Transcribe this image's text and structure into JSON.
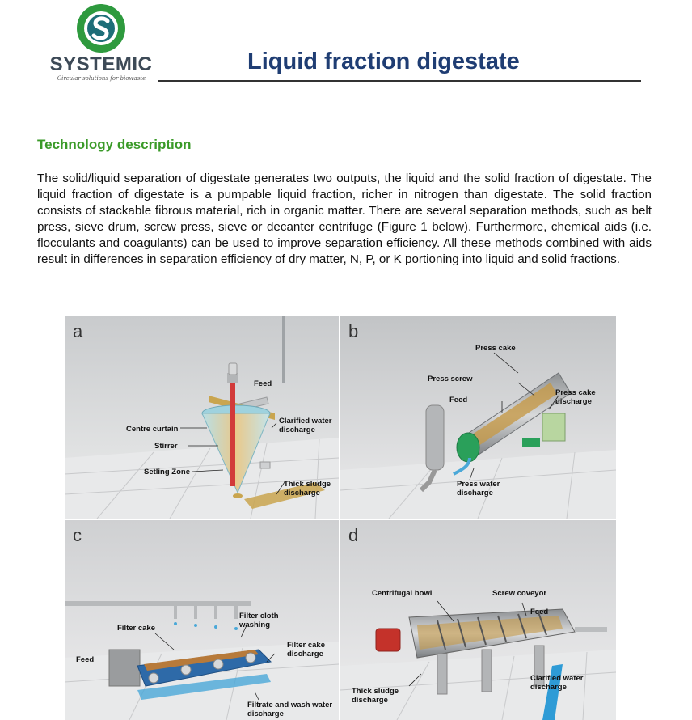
{
  "header": {
    "logo": {
      "name": "SYSTEMIC",
      "tagline": "Circular solutions for biowaste",
      "colors": {
        "green": "#2e9a3e",
        "teal": "#1e6e78",
        "text": "#3d4a57"
      }
    },
    "title": "Liquid fraction digestate"
  },
  "section": {
    "heading": "Technology description",
    "paragraph": "The solid/liquid separation of digestate generates two outputs, the liquid and the solid fraction of digestate. The liquid fraction of digestate is a pumpable liquid fraction, richer in nitrogen than digestate. The solid fraction consists of stackable fibrous material, rich in organic matter. There are several separation methods, such as belt press, sieve drum, screw press, sieve or decanter centrifuge (Figure 1 below). Furthermore, chemical aids (i.e. flocculants and coagulants) can be used to improve separation efficiency. All these methods combined with aids result in differences in separation efficiency of dry matter, N, P, or K portioning into liquid and solid fractions."
  },
  "figure": {
    "panels": {
      "a": {
        "letter": "a",
        "labels": {
          "feed": "Feed",
          "clarified_water": [
            "Clarified water",
            "discharge"
          ],
          "centre_curtain": "Centre curtain",
          "stirrer": "Stirrer",
          "settling_zone": "Setling Zone",
          "thick_sludge": [
            "Thick sludge",
            "discharge"
          ]
        }
      },
      "b": {
        "letter": "b",
        "labels": {
          "press_cake": "Press cake",
          "press_screw": "Press screw",
          "feed": "Feed",
          "press_cake_discharge": [
            "Press cake",
            "discharge"
          ],
          "press_water": [
            "Press water",
            "discharge"
          ]
        }
      },
      "c": {
        "letter": "c",
        "labels": {
          "filter_cake": "Filter cake",
          "filter_cloth": [
            "Filter cloth",
            "washing"
          ],
          "feed": "Feed",
          "filter_cake_discharge": [
            "Filter cake",
            "discharge"
          ],
          "filtrate": [
            "Filtrate and wash water",
            "discharge"
          ]
        }
      },
      "d": {
        "letter": "d",
        "labels": {
          "centrifugal_bowl": "Centrifugal bowl",
          "screw_conveyor": "Screw coveyor",
          "feed": "Feed",
          "clarified_water": [
            "Clarified water",
            "discharge"
          ],
          "thick_sludge": [
            "Thick sludge",
            "discharge"
          ]
        }
      }
    }
  }
}
